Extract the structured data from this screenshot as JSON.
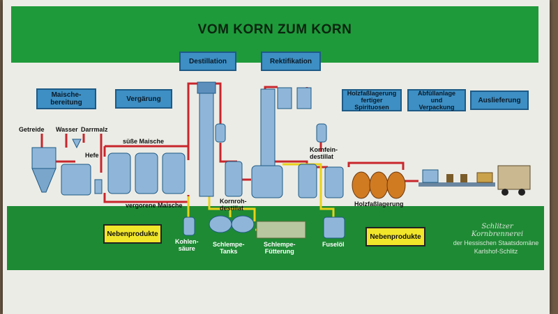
{
  "title": "VOM KORN ZUM KORN",
  "stages": {
    "destillation": "Destillation",
    "rektifikation": "Rektifikation",
    "maische": "Maische-\nbereitung",
    "vergaerung": "Vergärung",
    "holzfass": "Holzfaßlagerung\nfertiger\nSpirituosen",
    "abfuell": "Abfüllanlage\nund\nVerpackung",
    "auslieferung": "Auslieferung"
  },
  "labels": {
    "getreide": "Getreide",
    "wasser": "Wasser",
    "darrmalz": "Darrmalz",
    "hefe": "Hefe",
    "suesse_maische": "süße Maische",
    "vergorene_maische": "vergorene Maische",
    "kornrohdestillat": "Kornroh-\ndestillat",
    "kornfeindestillat": "Kornfein-\ndestillat",
    "holzfasslagerung": "Holzfaßlagerung"
  },
  "byproducts": {
    "box_left": "Nebenprodukte",
    "box_right": "Nebenprodukte",
    "kohlensaeure": "Kohlen-\nsäure",
    "schlempe_tanks": "Schlempe-\nTanks",
    "schlempe_fuetterung": "Schlempe-\nFütterung",
    "fuseloel": "Fuselöl"
  },
  "credit": {
    "brand": "Schlitzer\nKornbrennerei",
    "line1": "der Hessischen Staatsdomäne",
    "line2": "Karlshof-Schlitz"
  },
  "colors": {
    "banner": "#1e9a3a",
    "stage_box": "#3d8fc4",
    "byproduct_box": "#f2e62a",
    "pipe_red": "#c8262c",
    "pipe_yellow": "#e8d21a",
    "tank": "#8fb6d8"
  }
}
